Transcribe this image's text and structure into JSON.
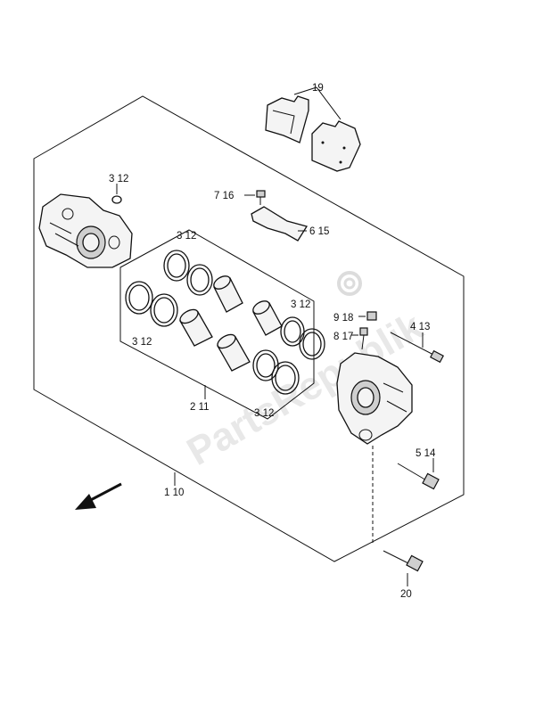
{
  "watermark": "PartsRepublik",
  "callouts": [
    {
      "id": "c19",
      "text": "19"
    },
    {
      "id": "c3_12_a",
      "text": "3  12"
    },
    {
      "id": "c7_16",
      "text": "7  16"
    },
    {
      "id": "c6_15",
      "text": "6  15"
    },
    {
      "id": "c3_12_b",
      "text": "3  12"
    },
    {
      "id": "c3_12_c",
      "text": "3  12"
    },
    {
      "id": "c3_12_d",
      "text": "3  12"
    },
    {
      "id": "c9_18",
      "text": "9  18"
    },
    {
      "id": "c8_17",
      "text": "8  17"
    },
    {
      "id": "c4_13",
      "text": "4  13"
    },
    {
      "id": "c2_11",
      "text": "2  11"
    },
    {
      "id": "c3_12_e",
      "text": "3  12"
    },
    {
      "id": "c5_14",
      "text": "5  14"
    },
    {
      "id": "c1_10",
      "text": "1  10"
    },
    {
      "id": "c20",
      "text": "20"
    }
  ],
  "icons": {
    "direction_arrow": "front-direction-arrow-icon",
    "watermark_gear": "gear-icon"
  }
}
